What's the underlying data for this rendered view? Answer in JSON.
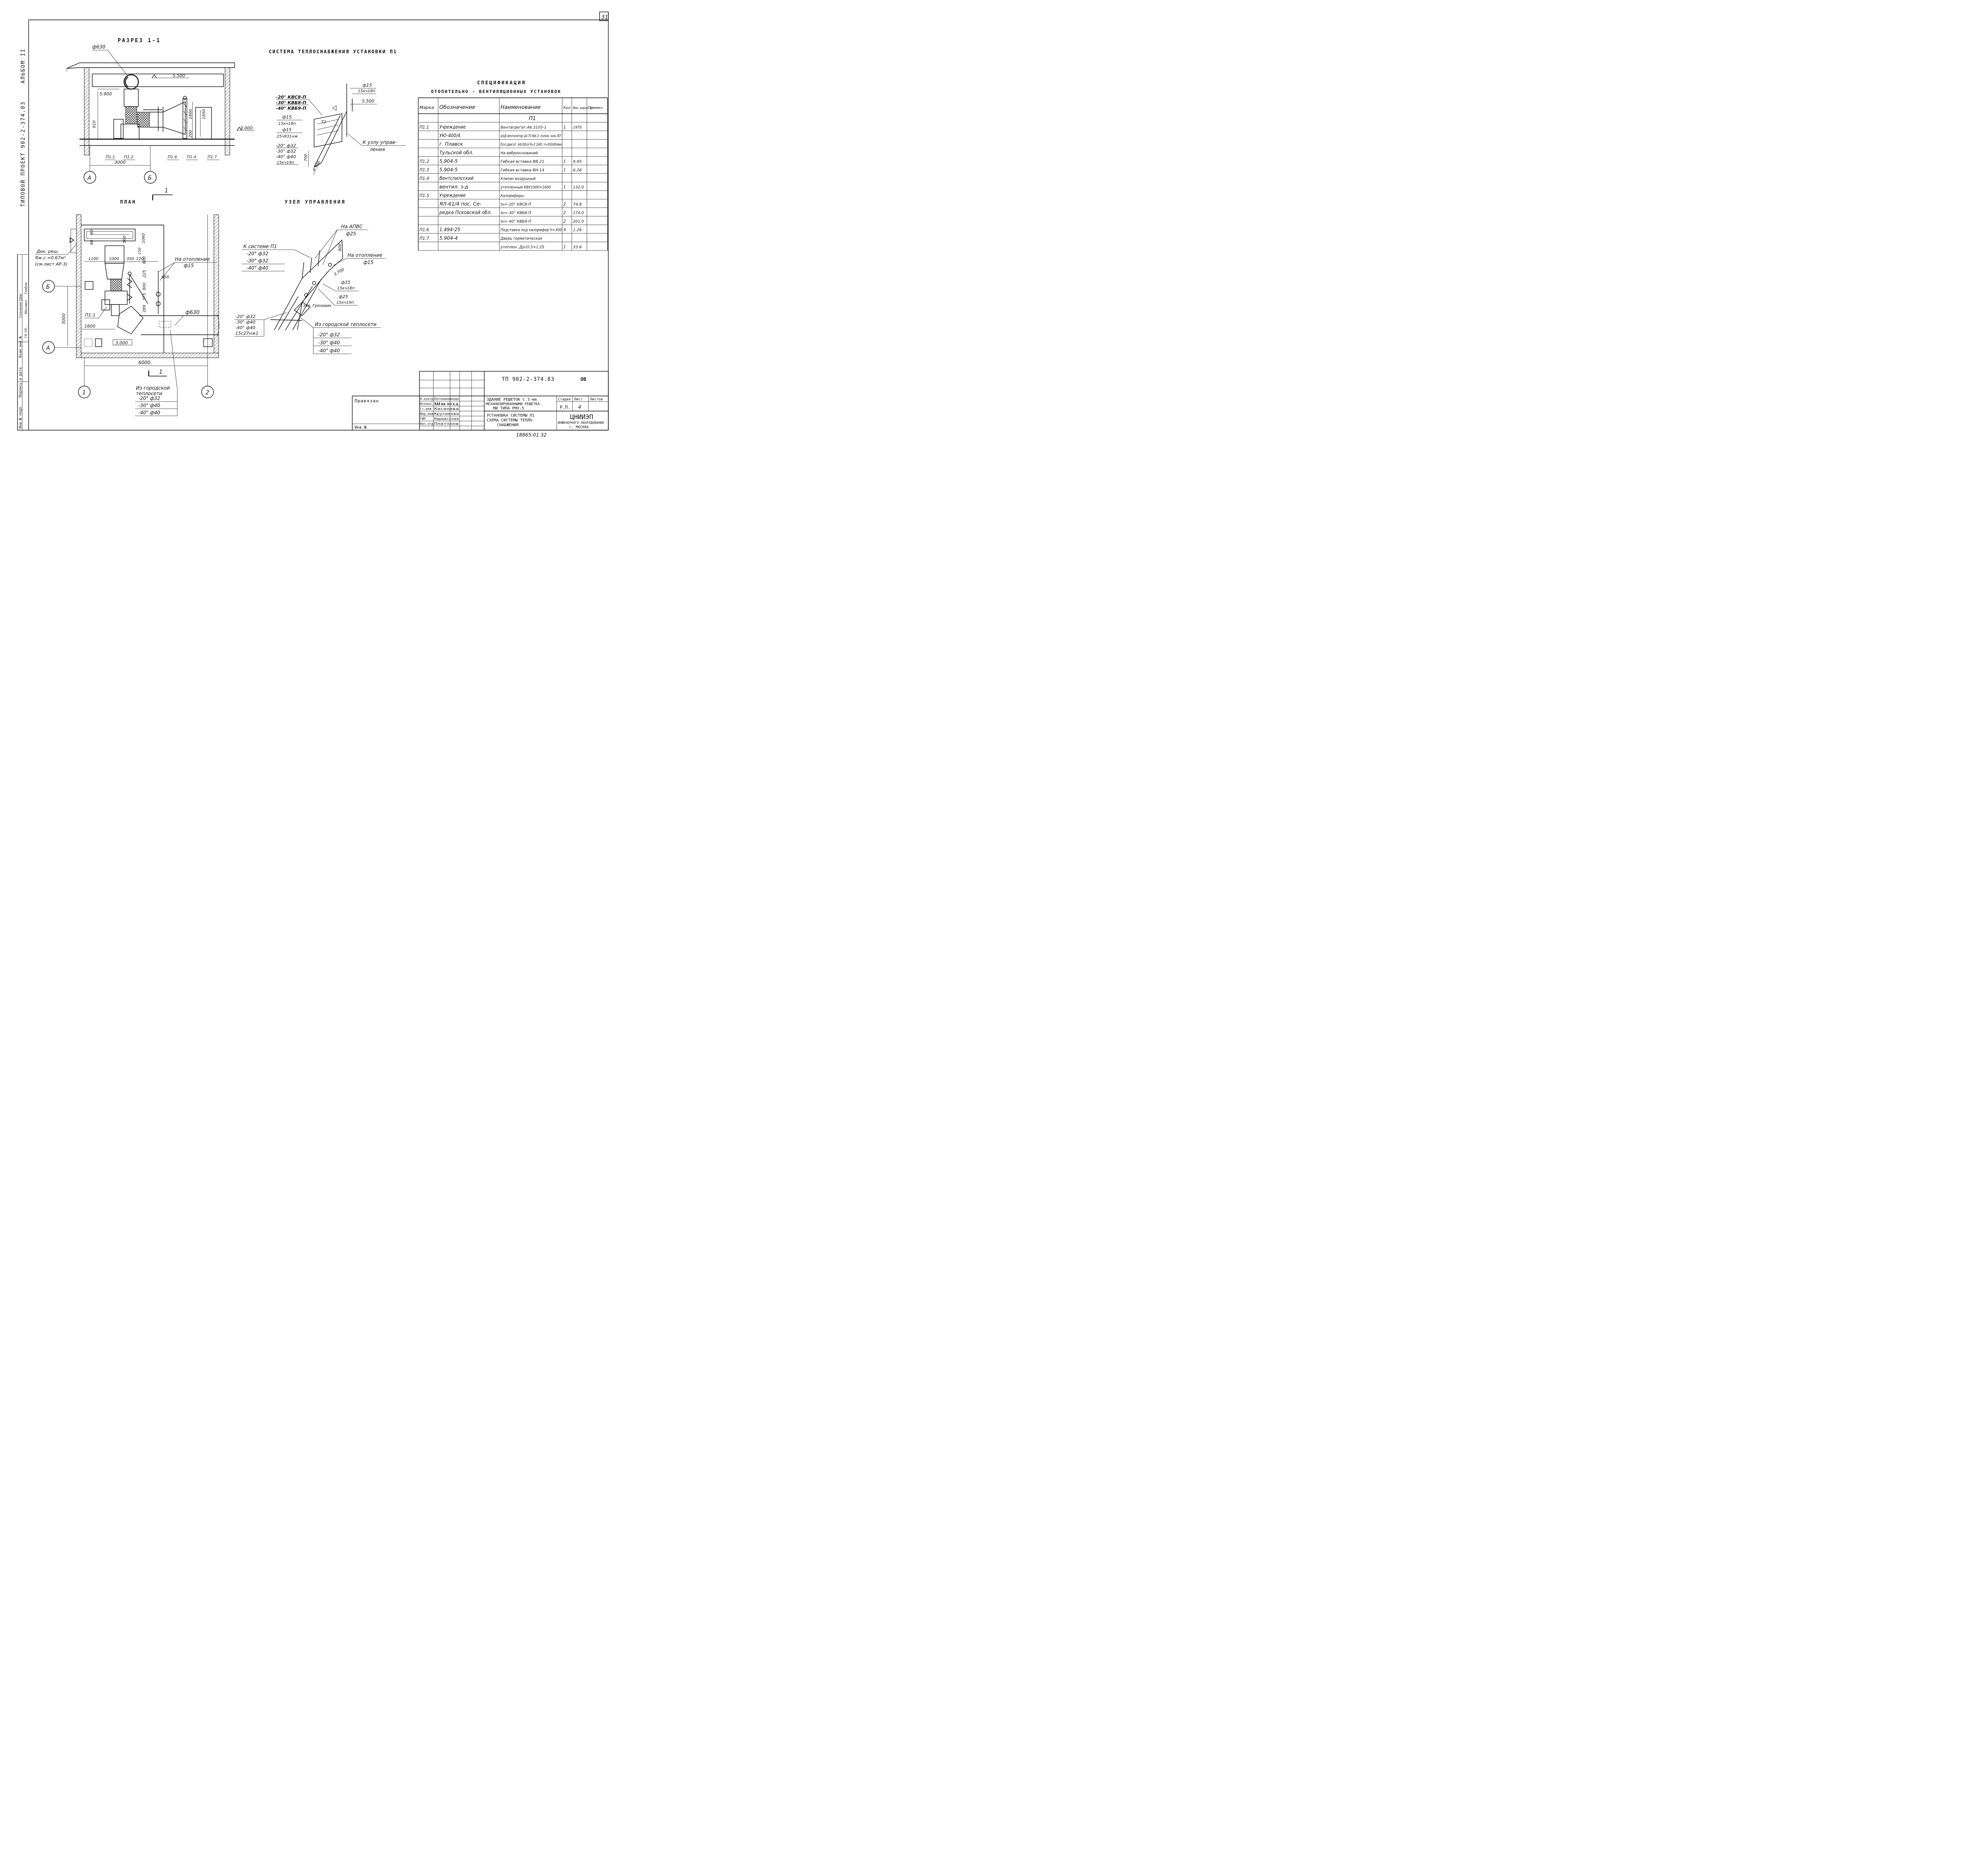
{
  "sheet_number": "31",
  "side_title": "ТИПОВОЙ ПРОЕКТ 902-2-374.83",
  "album": "АЛЬБОМ II",
  "views": {
    "section": {
      "title": "РАЗРЕЗ 1-1",
      "pipe_dia": "ф630",
      "elev_top": "5.500",
      "elev_left": "5.900",
      "elev_floor": "3.000",
      "dim_810": "810",
      "dim_1800": "1800",
      "dim_200": "200",
      "dim_1850": "1850",
      "dim_span": "3000",
      "marks": [
        "П1.1",
        "П1.2",
        "П1.6",
        "П1.4",
        "П1.7"
      ],
      "axis_a": "А",
      "axis_b": "Б"
    },
    "heat_system": {
      "title": "СИСТЕМА ТЕПЛОСНАБЖЕНИЯ УСТАНОВКИ П1",
      "labels_left": [
        "-20° КВС8-П",
        "-30° КВБ8-П",
        "-40° КВБ9-П"
      ],
      "f15_a": "ф15",
      "f15_a_sub": "15кч18п",
      "f15_b": "ф15",
      "f15_b_sub": "25ч931нж",
      "temps": [
        "-20° ф32",
        "-30° ф32",
        "-40° ф40"
      ],
      "temps_sub": "15кч19п",
      "top_dia": "ф15",
      "top_dia_sub": "15кч18п",
      "elev_top": "5.500",
      "elev_bottom": "3.500",
      "dim_700": "700",
      "tag_t2": "Т2",
      "to_node": "К узлу управ-",
      "to_node2": "ления"
    },
    "plan": {
      "title": "ПЛАН",
      "section_mark": "1",
      "dek_label": "Дек. реш.",
      "dek_area": "Яж.с.=0.67м²",
      "dek_ref": "(см.лист АР-3)",
      "dims_top": [
        "1100",
        "1000",
        "350",
        "120"
      ],
      "dims_vertical": [
        "80",
        "80",
        "500",
        "500",
        "1060",
        "150",
        "120"
      ],
      "dims_mid": [
        "225",
        "800",
        "375",
        "800",
        "289"
      ],
      "dim_650": "650",
      "heating": "На отопление",
      "heating_dia": "ф15",
      "mark_p11": "П1-1",
      "pipe_dia": "ф630",
      "elev": "3.000",
      "dim_1600": "1600",
      "dim_3000": "3000",
      "dim_6000": "6000",
      "axis_a": "А",
      "axis_b": "Б",
      "axis_1": "1",
      "axis_2": "2",
      "city": "Из городской",
      "city2": "теплосети",
      "city_rows": [
        "-20° ф32",
        "-30° ф40",
        "-40° ф40"
      ]
    },
    "control_node": {
      "title": "УЗЕЛ УПРАВЛЕНИЯ",
      "na_apvs": "На АПВС",
      "na_apvs_dia": "ф25",
      "to_system": "К системе П1",
      "to_system_rows": [
        "-20° ф32",
        "-30° ф32",
        "-40° ф40"
      ],
      "heating": "На отопление",
      "heating_dia": "ф15",
      "dim_800": "800",
      "elev": "3.700",
      "f15": "ф15",
      "f15_sub": "15кч18п",
      "f25": "ф25",
      "f25_sub": "15кч19п",
      "mud": "Грязевик",
      "dim_344": "344",
      "left_rows": [
        "-20° ф32",
        "-30° ф40",
        "-40° ф40",
        "15с27нж1"
      ],
      "city": "Из городской теплосети",
      "city_rows": [
        "-20° ф32",
        "-30° ф40",
        "-40° ф40"
      ]
    }
  },
  "spec": {
    "title1": "СПЕЦИФИКАЦИЯ",
    "title2": "ОТОПИТЕЛЬНО - ВЕНТИЛЯЦИОННЫХ УСТАНОВОК",
    "headers": [
      "Марка",
      "Обозначение",
      "Наименование",
      "Кол",
      "Вес един. кг",
      "Примеч."
    ],
    "group": "П1",
    "rows": [
      [
        "П1.1",
        "Учреждение",
        "Вентагрегат А6.3105-1",
        "1",
        "1970",
        ""
      ],
      [
        "",
        "УЮ-400/4",
        "а)Ц6 вентилятор Ц4-70 №6.3; полож. кож.ЛО°",
        "",
        "",
        ""
      ],
      [
        "",
        "г. Плавск",
        "б)эл.двигат. 4А100L6 N=2.2кВт, n=950об/мин",
        "",
        "",
        ""
      ],
      [
        "",
        "Тульской обл.",
        "На виброоснований",
        "",
        "",
        ""
      ],
      [
        "П1.2",
        "5.904-5",
        "Гибкая вставка ВВ-21",
        "1",
        "9.95",
        ""
      ],
      [
        "П1.3",
        "5.904-5",
        "Гибкая вставка ВН-14",
        "1",
        "6.26",
        ""
      ],
      [
        "П1.4",
        "Вентспилсский",
        "Клапан воздушный",
        "",
        "",
        ""
      ],
      [
        "",
        "вентил. з-д",
        "утепленный КВУ1000×1600",
        "1",
        "132.0",
        ""
      ],
      [
        "П1.5",
        "Учреждение",
        "Калориферы:",
        "",
        "",
        ""
      ],
      [
        "",
        "ЯЛ-61/4 пос. Се-",
        "tн=-20° КВС8-П",
        "2",
        "74.8",
        ""
      ],
      [
        "",
        "редка Псковской обл.",
        "tн=-30° КВБ8-П",
        "2",
        "174.0",
        ""
      ],
      [
        "",
        "",
        "tн=-40° КВБ9-П",
        "2",
        "201.0",
        ""
      ],
      [
        "П1.6",
        "1.494-25",
        "Подставка под калорифер h=300",
        "4",
        "1.26",
        ""
      ],
      [
        "П1.7",
        "5.904-4",
        "Дверь герметическая",
        "",
        "",
        ""
      ],
      [
        "",
        "",
        "утеплен. ДусО.5×1.25",
        "1",
        "33.6",
        ""
      ]
    ]
  },
  "stamp": {
    "code": "ТП 902-2-374.83",
    "code_sheet": "ОВ",
    "privyazan": "Привязан",
    "inv": "Инв.№",
    "roles": [
      "Н.контр.",
      "Исполн.",
      "Ст.инж",
      "Вед.инж",
      "ГИП",
      "Нач.отд"
    ],
    "names": [
      "Полтининникова",
      "Швец",
      "Киселева",
      "Крутикова",
      "Нарциссова",
      "Платонов"
    ],
    "title1": "ЗДАНИЕ РЕШЕТОК С 3-мя",
    "title2": "МЕХАНИЗИРОВАННЫМИ РЕШЕТКА-",
    "title3": "МИ ТИПА РМУ-5",
    "sub1": "УСТАНОВКА СИСТЕМЫ П1",
    "sub2": "СХЕМА СИСТЕМЫ ТЕПЛО-",
    "sub3": "СНАБЖЕНИЯ",
    "stage_h": "Стадия",
    "sheet_h": "Лист",
    "sheets_h": "Листов",
    "stage": "Р.П.",
    "sheet": "4",
    "org1": "ЦНИИЭП",
    "org2": "ИНЖЕНЕРНОГО ОБОРУДОВАНИЯ",
    "org3": "г. МОСКВА",
    "footer": "18865-01 32"
  },
  "left_strip": {
    "labels": [
      "Инв.№ подл.",
      "Подпись и дата",
      "Взам.инв.№"
    ],
    "names": [
      "Сознание Шрр",
      "Нач. отд.",
      "Москвич",
      "Глебов"
    ],
    "roles": [
      "ГЛ.СП.",
      "НАЧ.",
      "ГИП"
    ]
  }
}
